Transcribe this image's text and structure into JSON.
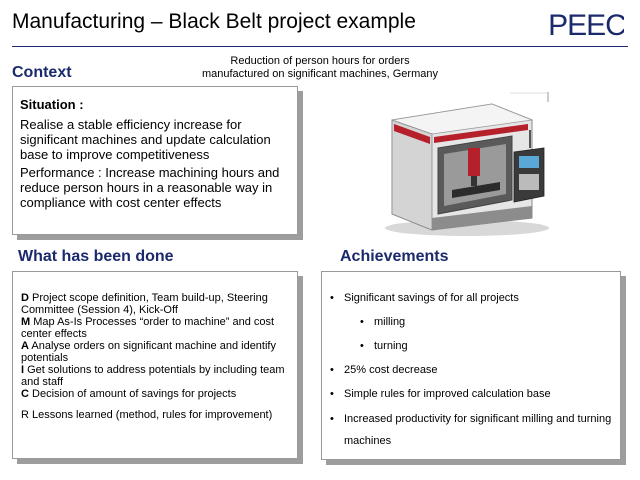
{
  "header": {
    "title": "Manufacturing – Black Belt project example",
    "logo_text": "PEEC"
  },
  "caption": {
    "line1": "Reduction of person hours for orders",
    "line2": "manufactured on significant machines, Germany"
  },
  "context": {
    "heading": "Context",
    "situation_label": "Situation :",
    "situation_text": "Realise a stable efficiency increase for significant machines and update calculation base to improve competitiveness",
    "performance_text": "Performance : Increase machining hours and reduce person hours in a reasonable way in compliance with cost center effects"
  },
  "done": {
    "heading": "What has been done",
    "steps": [
      {
        "letter": "D",
        "text": " Project scope definition, Team build-up, Steering Committee (Session 4), Kick-Off"
      },
      {
        "letter": "M",
        "text": " Map As-Is Processes “order to machine” and cost center effects"
      },
      {
        "letter": "A",
        "text": " Analyse orders on significant machine and identify potentials"
      },
      {
        "letter": "I",
        "text": " Get solutions to address potentials by including team and staff"
      },
      {
        "letter": "C",
        "text": " Decision of amount of savings for projects"
      }
    ],
    "lessons": "R Lessons learned (method, rules for improvement)"
  },
  "achievements": {
    "heading": "Achievements",
    "bullet": "•",
    "items": [
      "Significant savings of for all projects",
      "milling",
      "turning",
      " 25% cost decrease",
      "Simple rules for improved calculation base",
      "Increased productivity for significant milling and turning machines"
    ]
  },
  "colors": {
    "heading_blue": "#1a2a6c",
    "shadow_grey": "#9d9d9d",
    "machine_red": "#b5202a"
  },
  "icons": {
    "logo": "peec-logo",
    "image": "cnc-machine-illustration"
  }
}
